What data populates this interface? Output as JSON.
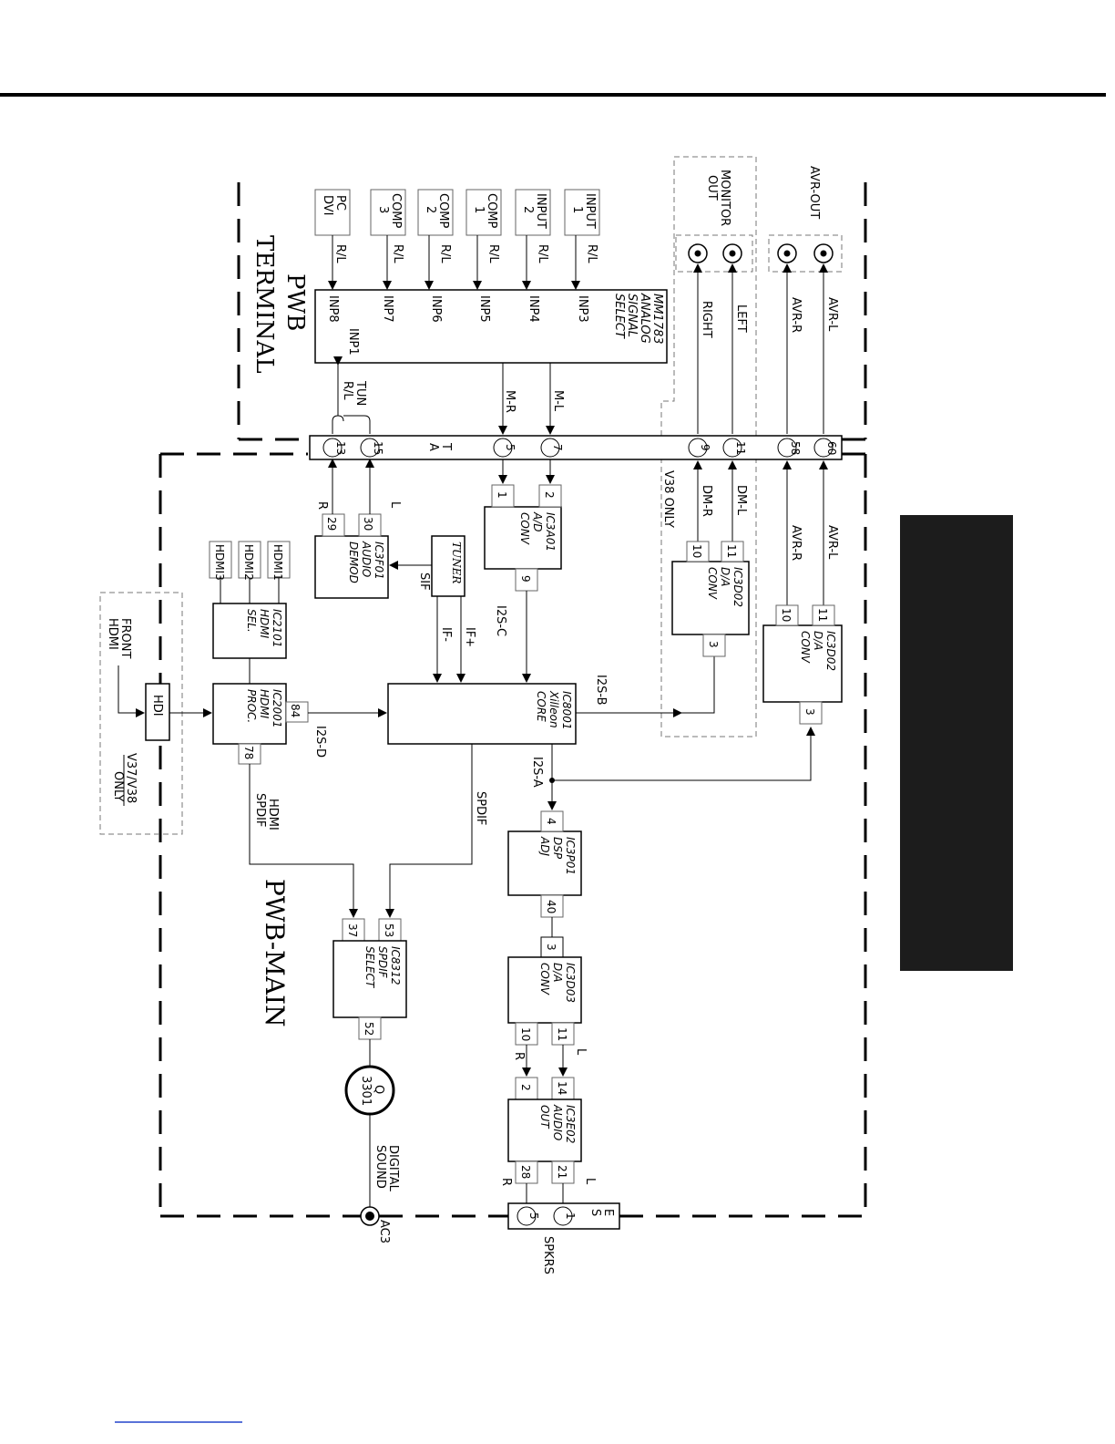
{
  "terminal": {
    "title_line1": "PWB",
    "title_line2": "TERMINAL",
    "inputs": [
      "INPUT 1",
      "INPUT 2",
      "COMP 1",
      "COMP 2",
      "COMP 3",
      "PC DVI"
    ],
    "input_labels": [
      [
        "INPUT",
        "1"
      ],
      [
        "INPUT",
        "2"
      ],
      [
        "COMP",
        "1"
      ],
      [
        "COMP",
        "2"
      ],
      [
        "COMP",
        "3"
      ],
      [
        "PC",
        "DVI"
      ]
    ],
    "rl_label": "R/L",
    "mm_chip": [
      "MM1783",
      "ANALOG",
      "SIGNAL",
      "SELECT"
    ],
    "mm_pins": [
      "INP3",
      "INP4",
      "INP5",
      "INP6",
      "INP7",
      "INP8"
    ],
    "inp1": "INP1",
    "tun": "TUN",
    "m_l": "M-L",
    "m_r": "M-R",
    "monitor_out": [
      "MONITOR",
      "OUT"
    ],
    "left": "LEFT",
    "right": "RIGHT",
    "avr_out": "AVR-OUT",
    "avr_l": "AVR-L",
    "avr_r": "AVR-R"
  },
  "connector_ta": {
    "label": [
      "T",
      "A"
    ],
    "pins": [
      "13",
      "15",
      "5",
      "7",
      "9",
      "11",
      "58",
      "60"
    ]
  },
  "main": {
    "title": "PWB-MAIN",
    "hdmi_inputs": [
      "HDMI1",
      "HDMI2",
      "HDMI3"
    ],
    "ic2101": [
      "IC2101",
      "HDMI",
      "SEL."
    ],
    "ic2001": [
      "IC2001",
      "HDMI",
      "PROC."
    ],
    "ic2001_pins": [
      "84",
      "78"
    ],
    "i2s_d": "I2S-D",
    "hdmi_spdif": [
      "HDMI",
      "SPDIF"
    ],
    "hdi": "HDI",
    "front_hdmi": [
      "FRONT",
      "HDMI"
    ],
    "v37_v38_only": [
      "V37/V38",
      "ONLY"
    ],
    "ic3f01": [
      "IC3F01",
      "AUDIO",
      "DEMOD"
    ],
    "ic3f01_pins": [
      "30",
      "29"
    ],
    "l": "L",
    "r": "R",
    "sif": "SIF",
    "tuner": "TUNER",
    "if_plus": "IF+",
    "if_minus": "IF-",
    "ic3a01": [
      "IC3A01",
      "A/D",
      "CONV"
    ],
    "ic3a01_pins": [
      "2",
      "1",
      "9"
    ],
    "i2s_c": "I2S-C",
    "ic8001": [
      "IC8001",
      "Xilleon",
      "CORE"
    ],
    "i2s_b": "I2S-B",
    "i2s_a": "I2S-A",
    "spdif": "SPDIF",
    "v38_only": "V38 ONLY",
    "dm_l": "DM-L",
    "dm_r": "DM-R",
    "ic3d02_a": [
      "IC3D02",
      "D/A",
      "CONV"
    ],
    "ic3d02_a_pins": [
      "11",
      "10",
      "3"
    ],
    "ic3d02_b": [
      "IC3D02",
      "D/A",
      "CONV"
    ],
    "ic3d02_b_pins": [
      "11",
      "10",
      "3"
    ],
    "ic3p01": [
      "IC3P01",
      "DSP",
      "ADJ"
    ],
    "ic3p01_pins": [
      "4",
      "40"
    ],
    "ic3d03": [
      "IC3D03",
      "D/A",
      "CONV"
    ],
    "ic3d03_pins": [
      "3",
      "11",
      "10"
    ],
    "ic3e02": [
      "IC3E02",
      "AUDIO",
      "OUT"
    ],
    "ic3e02_pins": [
      "14",
      "2",
      "21",
      "28"
    ],
    "ic8312": [
      "IC8312",
      "SPDIF",
      "SELECT"
    ],
    "ic8312_pins": [
      "53",
      "37",
      "52"
    ],
    "q3301": [
      "Q",
      "3301"
    ],
    "digital_sound": [
      "DIGITAL",
      "SOUND"
    ],
    "ac3": "AC3",
    "spkrs": "SPKRS",
    "es": [
      "E",
      "S"
    ],
    "es_pins": [
      "1",
      "5"
    ]
  }
}
